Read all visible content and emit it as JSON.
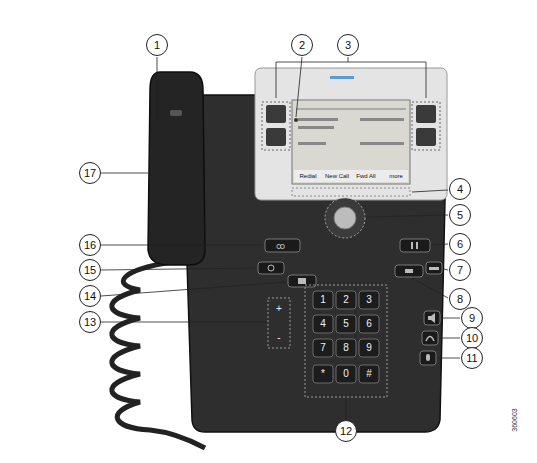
{
  "diagram": {
    "labels": [
      "1",
      "2",
      "3",
      "4",
      "5",
      "6",
      "7",
      "8",
      "9",
      "10",
      "11",
      "12",
      "13",
      "14",
      "15",
      "16",
      "17",
      "1",
      "2",
      "3",
      "4",
      "5",
      "6",
      "7",
      "8",
      "9",
      "*",
      "0",
      "#",
      "Redial",
      "New Call",
      "Fwd All",
      "more",
      "+",
      "-",
      "360603"
    ]
  }
}
